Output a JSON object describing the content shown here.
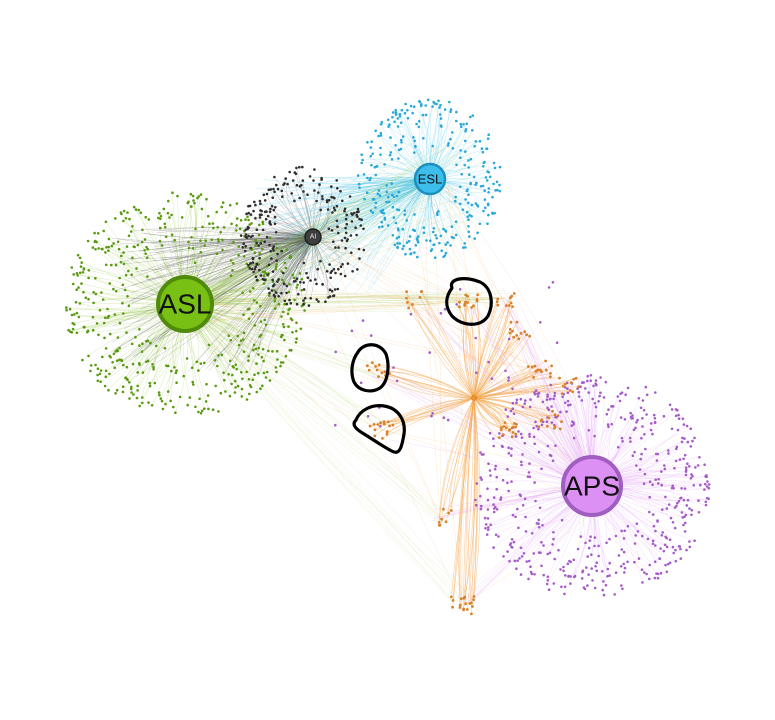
{
  "network": {
    "communities": [
      {
        "id": "asl",
        "label": "ASL",
        "color": "#7cc417",
        "node_color": "#5a9a10",
        "edge_color": "#8fc33a",
        "hub_color": "#78c014",
        "hub_ring": "#4f8a0a"
      },
      {
        "id": "esl",
        "label": "ESL",
        "color": "#27b7ea",
        "node_color": "#2aa8d8",
        "edge_color": "#4cc6ee",
        "hub_color": "#3dbdec",
        "hub_ring": "#1d8fbd"
      },
      {
        "id": "ai",
        "label": "AI",
        "color": "#3a3a3a",
        "node_color": "#2e2e2e",
        "edge_color": "#555555",
        "hub_color": "#3e3e3e",
        "hub_ring": "#1f1f1f"
      },
      {
        "id": "aps",
        "label": "APS",
        "color": "#d98cf2",
        "node_color": "#a45cc8",
        "edge_color": "#e2a0f5",
        "hub_color": "#dc90f3",
        "hub_ring": "#9f5ec0"
      },
      {
        "id": "bridge",
        "label": "",
        "color": "#f0932b",
        "node_color": "#d9822b",
        "edge_color": "#f4a64d",
        "hub_color": "#f0932b",
        "hub_ring": "#c46f14"
      }
    ],
    "highlight": {
      "color": "#000000",
      "count": 3
    }
  }
}
